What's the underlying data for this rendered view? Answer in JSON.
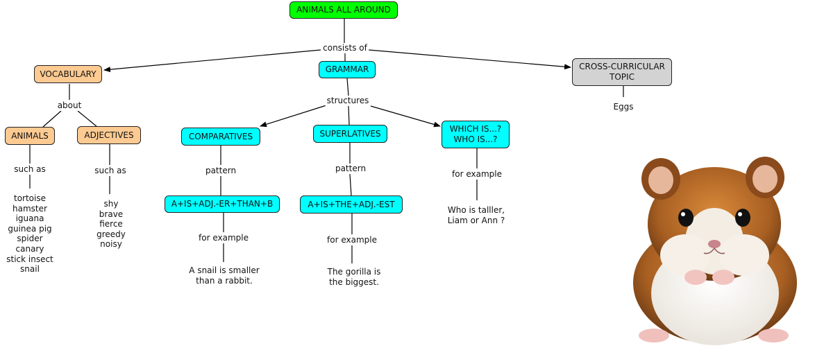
{
  "title": "ANIMALS ALL AROUND",
  "linking_phrases": {
    "consists_of": "consists of",
    "about": "about",
    "structures": "structures",
    "such_as_animals": "such as",
    "such_as_adjectives": "such as",
    "pattern_comparatives": "pattern",
    "pattern_superlatives": "pattern",
    "for_example_comparatives": "for example",
    "for_example_superlatives": "for example",
    "for_example_which": "for example"
  },
  "concepts": {
    "vocabulary": "VOCABULARY",
    "grammar": "GRAMMAR",
    "cross_curricular": "CROSS-CURRICULAR\nTOPIC",
    "animals": "ANIMALS",
    "adjectives": "ADJECTIVES",
    "comparatives": "COMPARATIVES",
    "superlatives": "SUPERLATIVES",
    "which_is": "WHICH IS...?\nWHO IS...?",
    "comp_pattern": "A+IS+ADJ.-ER+THAN+B",
    "sup_pattern": "A+IS+THE+ADJ.-EST"
  },
  "texts": {
    "eggs": "Eggs",
    "animals_list": "tortoise\nhamster\niguana\nguinea pig\nspider\ncanary\nstick insect\nsnail",
    "adjectives_list": "shy\nbrave\nfierce\ngreedy\nnoisy",
    "comp_example": "A snail is smaller\nthan a rabbit.",
    "sup_example": "The gorilla is\nthe biggest.",
    "which_example": "Who is talller,\nLiam or Ann ?"
  },
  "colors": {
    "title": "#00ff00",
    "vocabulary_branch": "#fdca92",
    "grammar_branch": "#00ffff",
    "topic_branch": "#d3d3d3"
  },
  "image": "hamster-photo"
}
